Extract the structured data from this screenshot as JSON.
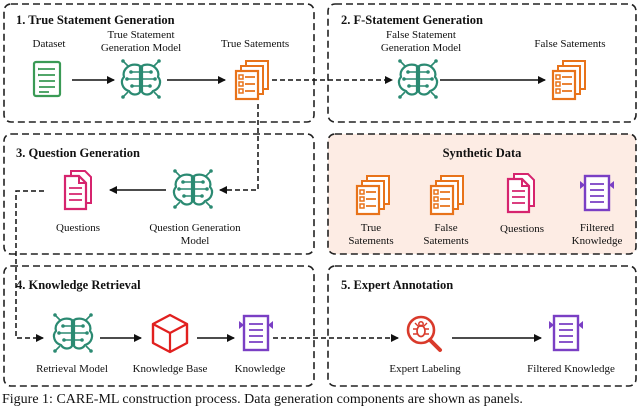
{
  "colors": {
    "synthetic_panel": "#fdece4",
    "doc_green": "#3a9a55",
    "ai_teal": "#2b8a72",
    "doc_orange": "#e8731a",
    "doc_pink": "#d6246e",
    "doc_purple": "#7a3fc4",
    "cube_red": "#e1201f",
    "lens_red": "#d93a2b"
  },
  "panels": {
    "p1": {
      "title": "1. True Statement Generation"
    },
    "p2": {
      "title": "2. F-Statement Generation"
    },
    "p3": {
      "title": "3. Question Generation"
    },
    "synthetic": {
      "title": "Synthetic Data"
    },
    "p4": {
      "title": "4. Knowledge Retrieval"
    },
    "p5": {
      "title": "5. Expert Annotation"
    }
  },
  "nodes": {
    "dataset": {
      "label": "Dataset",
      "icon": "document-icon"
    },
    "true_gen_model": {
      "line1": "True Statement",
      "line2": "Generation Model",
      "icon": "ai-brain-icon"
    },
    "true_statements": {
      "label": "True Satements",
      "icon": "stacked-documents-icon"
    },
    "false_gen_model": {
      "line1": "False Statement",
      "line2": "Generation Model",
      "icon": "ai-brain-icon"
    },
    "false_statements": {
      "label": "False Satements",
      "icon": "stacked-documents-icon"
    },
    "question_gen_model": {
      "line1": "Question Generation",
      "line2": "Model",
      "icon": "ai-brain-icon"
    },
    "questions": {
      "label": "Questions",
      "icon": "documents-icon"
    },
    "syn_true": {
      "line1": "True",
      "line2": "Satements",
      "icon": "stacked-documents-icon"
    },
    "syn_false": {
      "line1": "False",
      "line2": "Satements",
      "icon": "stacked-documents-icon"
    },
    "syn_questions": {
      "label": "Questions",
      "icon": "documents-icon"
    },
    "syn_filtered": {
      "line1": "Filtered",
      "line2": "Knowledge",
      "icon": "knowledge-icon"
    },
    "retrieval_model": {
      "label": "Retrieval Model",
      "icon": "ai-brain-icon"
    },
    "knowledge_base": {
      "label": "Knowledge Base",
      "icon": "cube-icon"
    },
    "knowledge": {
      "label": "Knowledge",
      "icon": "knowledge-icon"
    },
    "expert_labeling": {
      "label": "Expert Labeling",
      "icon": "magnifier-bug-icon"
    },
    "filtered_knowledge": {
      "label": "Filtered Knowledge",
      "icon": "knowledge-icon"
    }
  },
  "caption": "Figure 1: CARE-ML construction process. Data generation components are shown as panels."
}
